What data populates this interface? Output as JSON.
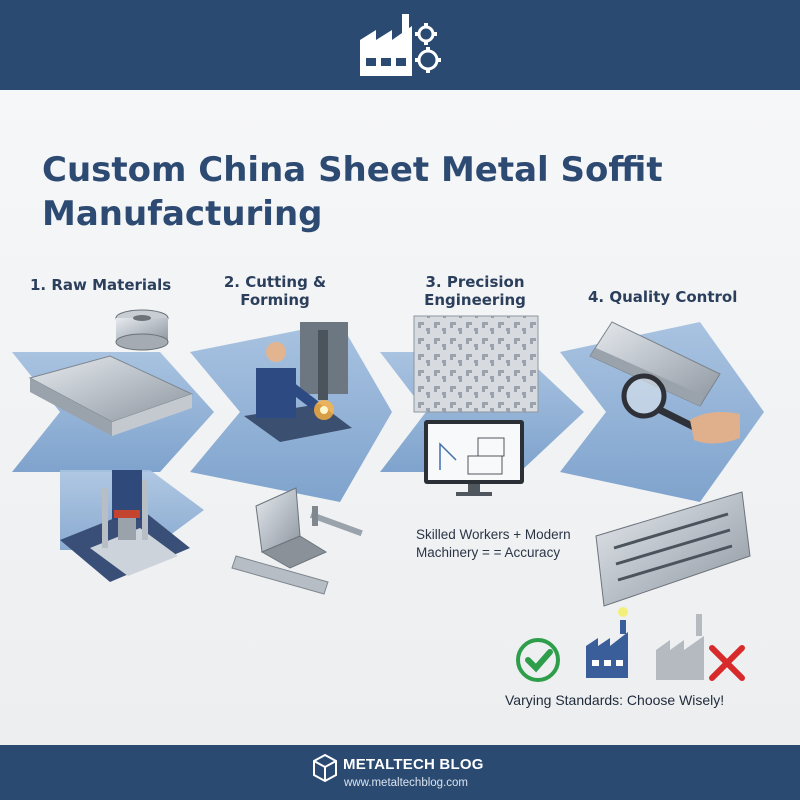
{
  "header": {
    "logo_icon": "factory-gears-icon"
  },
  "title": "Custom China Sheet Metal Soffit Manufacturing",
  "steps": [
    {
      "label": "1. Raw Materials"
    },
    {
      "label": "2. Cutting & Forming"
    },
    {
      "label": "3. Precision Engineering"
    },
    {
      "label": "4. Quality Control"
    }
  ],
  "note": "Skilled Workers + Modern Machinery = = Accuracy",
  "warning": "Varying Standards: Choose Wisely!",
  "footer": {
    "brand": "METALTECH BLOG",
    "url": "www.metaltechblog.com"
  },
  "colors": {
    "primary": "#2a4a72",
    "arrow": "#8fb0d6",
    "check": "#2e9e4a",
    "cross": "#d82a2a"
  }
}
